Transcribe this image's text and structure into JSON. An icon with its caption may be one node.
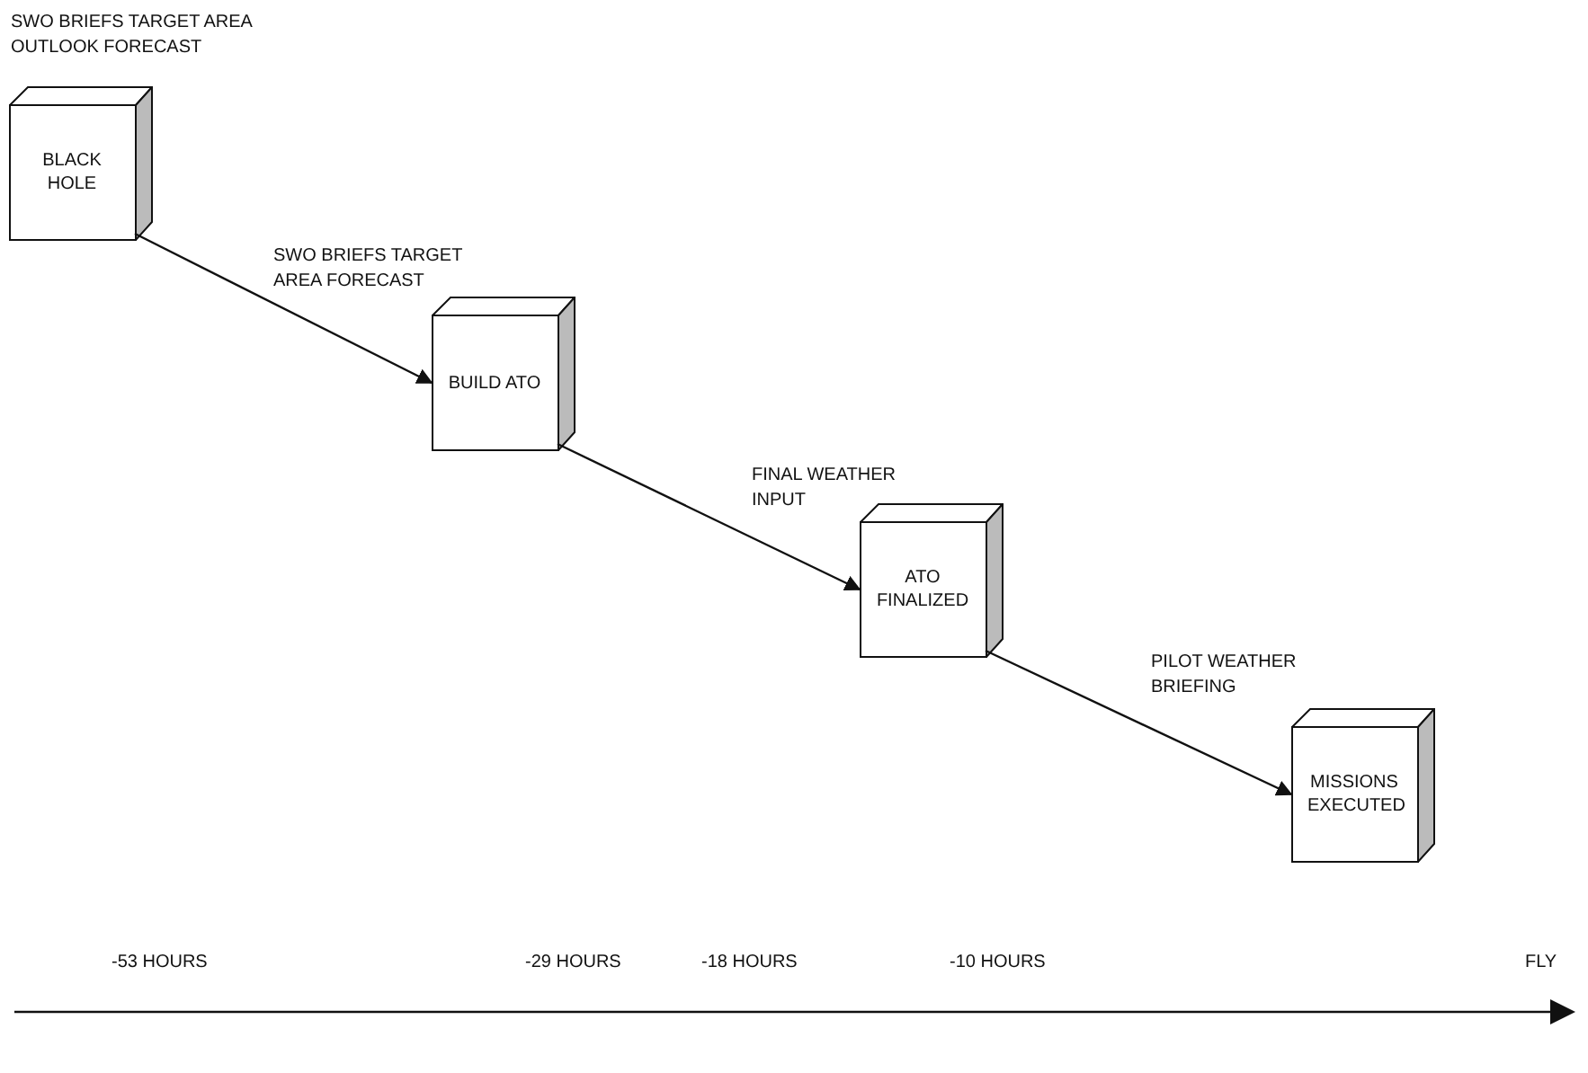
{
  "diagram": {
    "nodes": [
      {
        "text": [
          "BLACK HOLE"
        ],
        "beside": [
          "SWO BRIEFS TARGET AREA OUTLOOK FORECAST"
        ]
      },
      {
        "text": [
          "BUILD ATO"
        ]
      },
      {
        "text": [
          "ATO FINALIZED"
        ]
      },
      {
        "text": [
          "MISSIONS EXECUTED"
        ]
      }
    ],
    "edges": [
      {
        "from": 0,
        "to": 1,
        "arrow": "to",
        "label": "SWO BRIEFS TARGET AREA FORECAST"
      },
      {
        "from": 1,
        "to": 2,
        "arrow": "to",
        "label": "FINAL WEATHER INPUT"
      },
      {
        "from": 2,
        "to": 3,
        "arrow": "to",
        "label": "PILOT WEATHER BRIEFING"
      }
    ],
    "labels": [
      "-53 HOURS",
      "-29 HOURS",
      "-18 HOURS",
      "-10 HOURS",
      "FLY"
    ]
  }
}
